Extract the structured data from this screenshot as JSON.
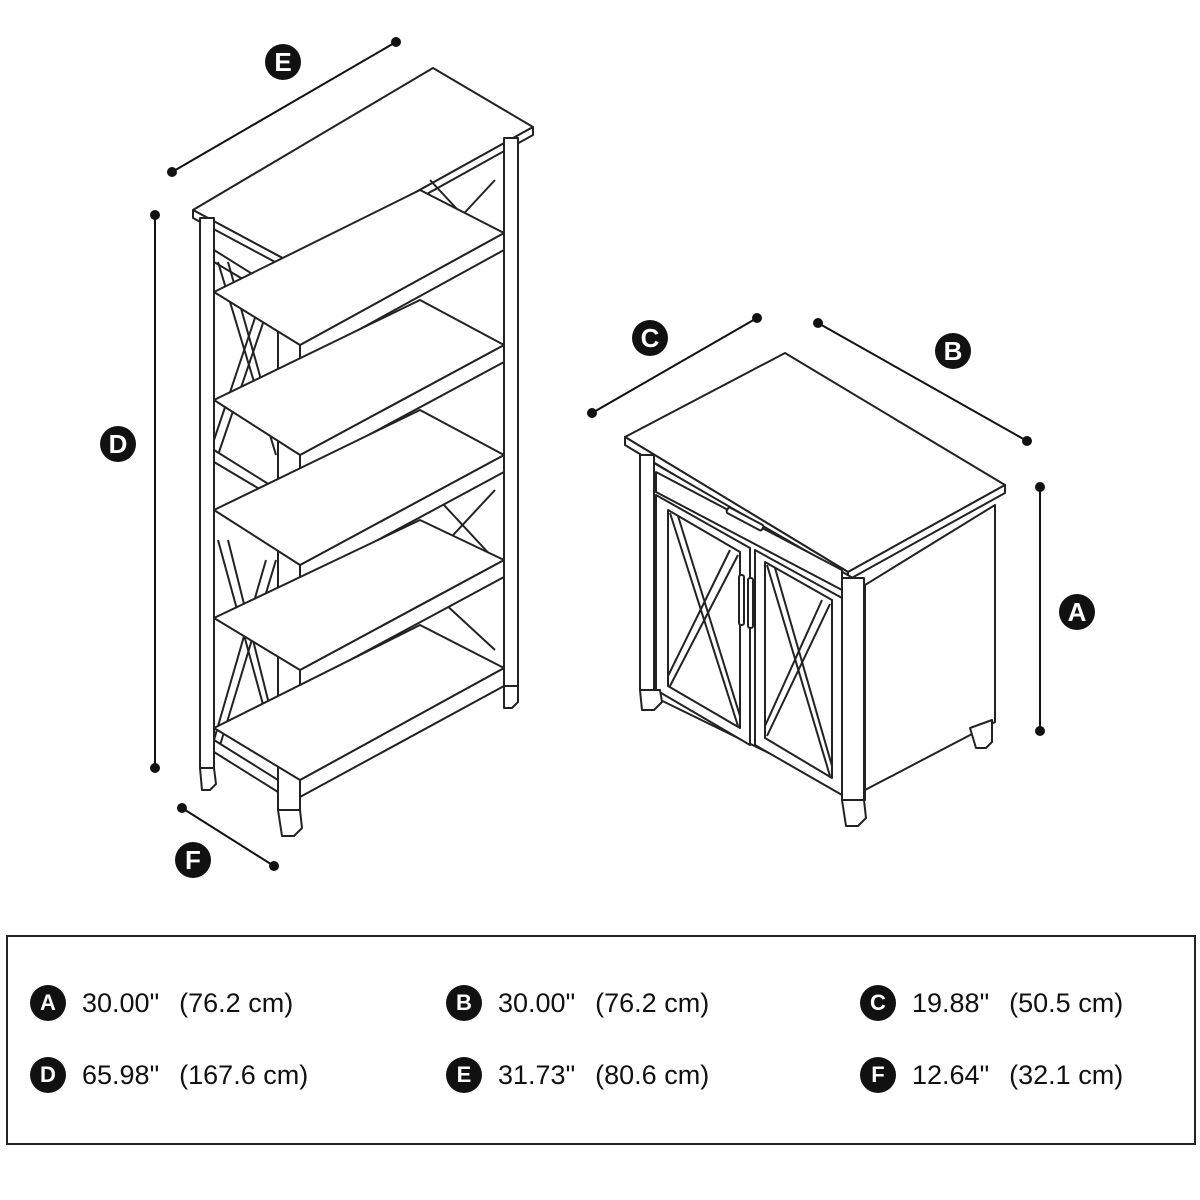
{
  "diagram": {
    "labels": {
      "A": "A",
      "B": "B",
      "C": "C",
      "D": "D",
      "E": "E",
      "F": "F"
    }
  },
  "legend": {
    "items": [
      {
        "letter": "A",
        "inches": "30.00\"",
        "cm": "(76.2 cm)"
      },
      {
        "letter": "B",
        "inches": "30.00\"",
        "cm": "(76.2 cm)"
      },
      {
        "letter": "C",
        "inches": "19.88\"",
        "cm": "(50.5 cm)"
      },
      {
        "letter": "D",
        "inches": "65.98\"",
        "cm": "(167.6 cm)"
      },
      {
        "letter": "E",
        "inches": "31.73\"",
        "cm": "(80.6 cm)"
      },
      {
        "letter": "F",
        "inches": "12.64\"",
        "cm": "(32.1 cm)"
      }
    ]
  }
}
